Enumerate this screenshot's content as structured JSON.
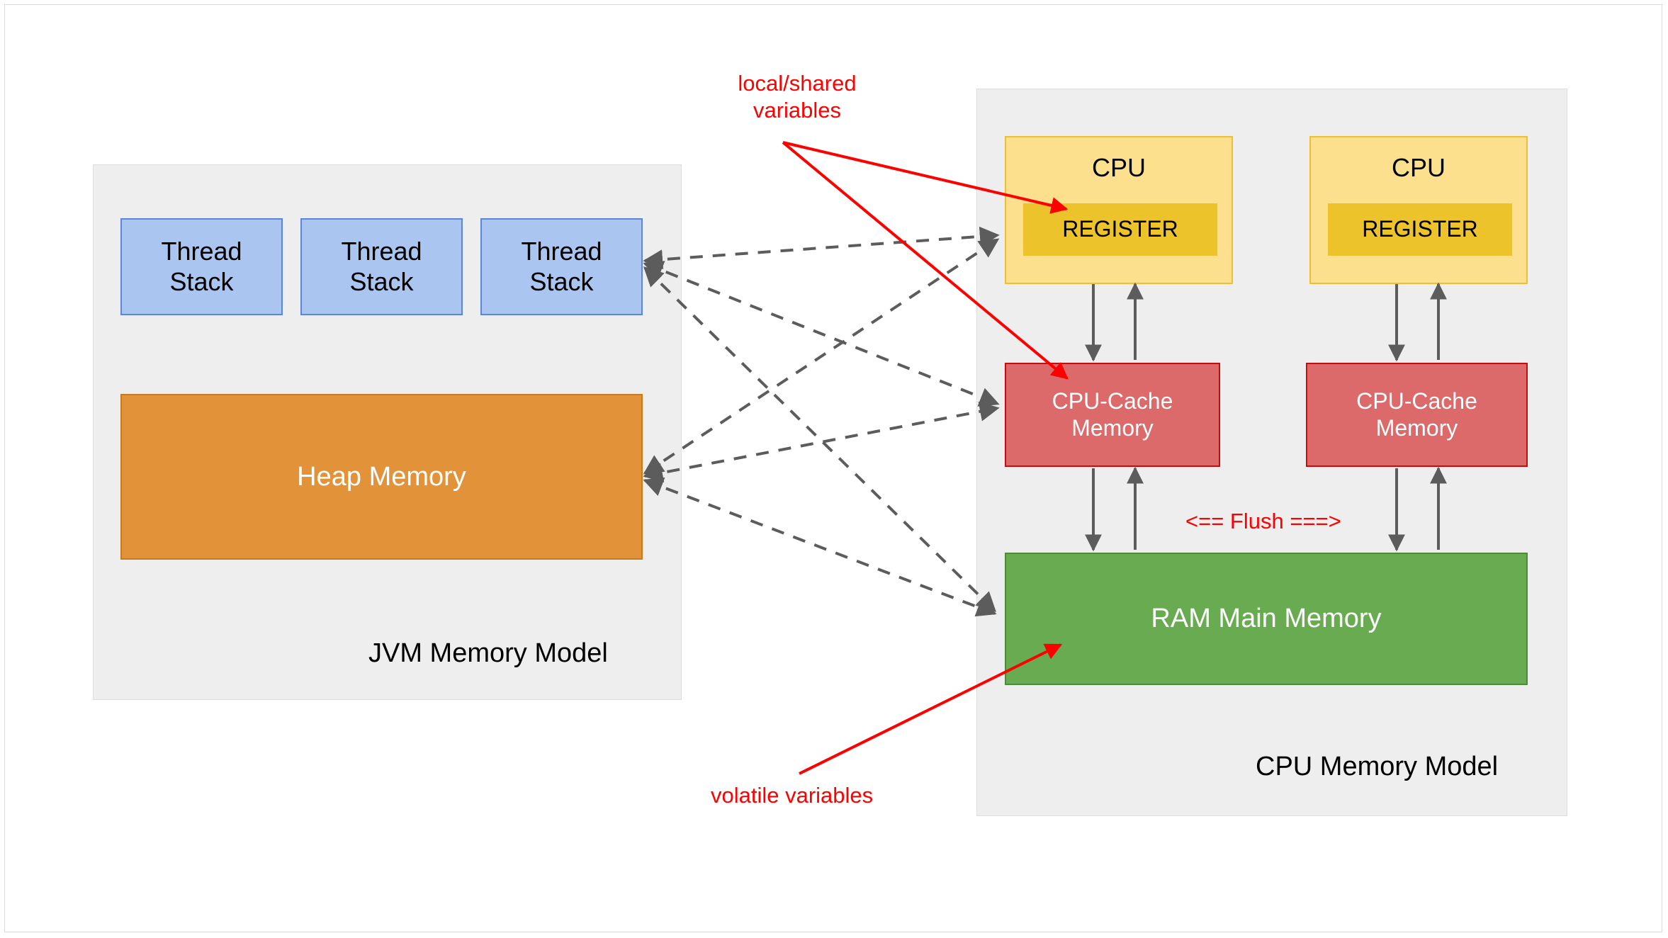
{
  "diagram": {
    "title_jvm": "JVM Memory Model",
    "title_cpu": "CPU Memory Model"
  },
  "jvm_panel": {
    "label": "JVM Memory Model",
    "thread_stacks": [
      {
        "label": "Thread\nStack"
      },
      {
        "label": "Thread\nStack"
      },
      {
        "label": "Thread\nStack"
      }
    ],
    "heap": {
      "label": "Heap Memory"
    }
  },
  "cpu_panel": {
    "label": "CPU Memory Model",
    "cpus": [
      {
        "title": "CPU",
        "register_label": "REGISTER",
        "cache_label": "CPU-Cache\nMemory"
      },
      {
        "title": "CPU",
        "register_label": "REGISTER",
        "cache_label": "CPU-Cache\nMemory"
      }
    ],
    "ram": {
      "label": "RAM Main Memory"
    },
    "flush_label": "<== Flush ===>"
  },
  "annotations": [
    {
      "name": "local-shared-variables",
      "text": "local/shared\nvariables"
    },
    {
      "name": "volatile-variables",
      "text": "volatile variables"
    }
  ],
  "colors": {
    "panel_bg": "#eeeeee",
    "panel_border": "#dedede",
    "thread_stack_fill": "#a9c5f0",
    "thread_stack_border": "#5b86dc",
    "heap_fill": "#e2933a",
    "heap_border": "#c77a22",
    "cpu_fill": "#fde08e",
    "cpu_border": "#eebf34",
    "register_fill": "#edc32b",
    "cache_fill": "#dd6a6a",
    "cache_border": "#c50d0d",
    "ram_fill": "#68ab50",
    "ram_border": "#4f8a3a",
    "annotation_red": "#ff0000",
    "connector_grey": "#5c5c5c",
    "page_bg": "#ffffff"
  }
}
